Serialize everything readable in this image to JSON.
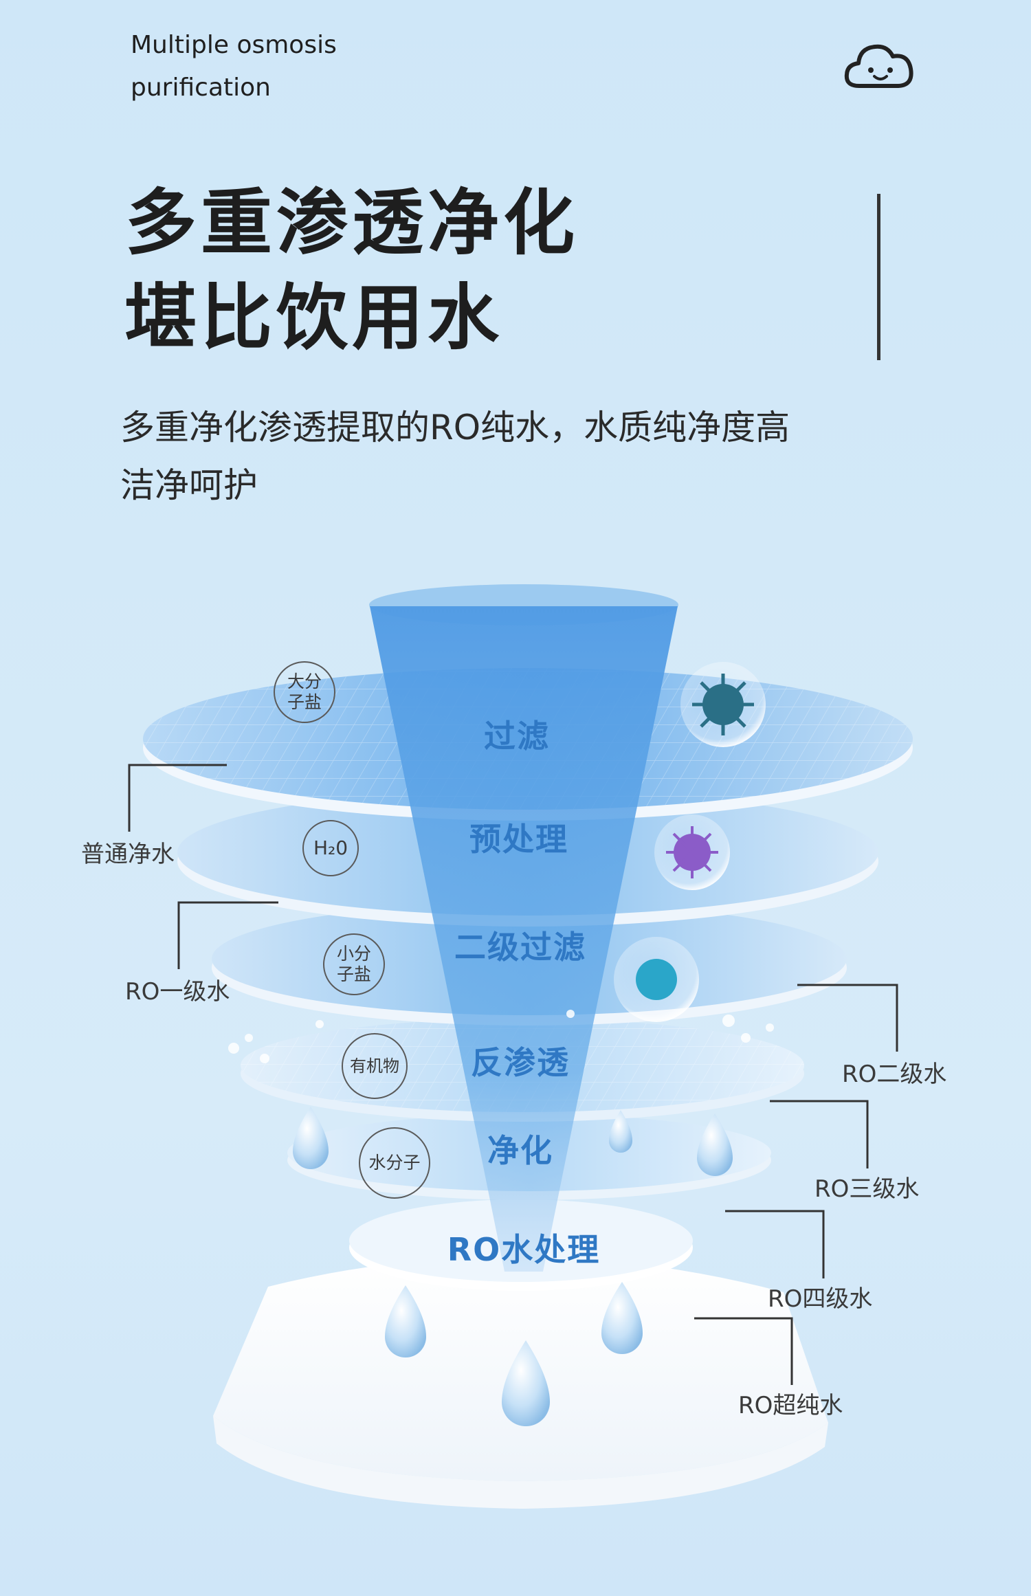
{
  "header": {
    "en_title": "Multiple osmosis purification",
    "icon": "cloud-smile-icon",
    "zh_title_line1": "多重渗透净化",
    "zh_title_line2": "堪比饮用水",
    "description_line1": "多重净化渗透提取的RO纯水，水质纯净度高",
    "description_line2": "洁净呵护"
  },
  "layers": [
    {
      "label": "过滤",
      "molecule": "大分\n子盐",
      "icon": "virus-icon"
    },
    {
      "label": "预处理",
      "molecule": "H₂0",
      "icon": "bacteria-icon"
    },
    {
      "label": "二级过滤",
      "molecule": "小分\n子盐",
      "icon": "germ-icon"
    },
    {
      "label": "反渗透",
      "molecule": "有机物"
    },
    {
      "label": "净化",
      "molecule": "水分子"
    },
    {
      "label": "RO水处理"
    }
  ],
  "side_labels": [
    "普通净水",
    "RO一级水",
    "RO二级水",
    "RO三级水",
    "RO四级水",
    "RO超纯水"
  ],
  "colors": {
    "background": "#d3e9f8",
    "accent_blue": "#2f78c4",
    "disc_blue": "#6aaae6",
    "text_dark": "#1e1e1e"
  }
}
